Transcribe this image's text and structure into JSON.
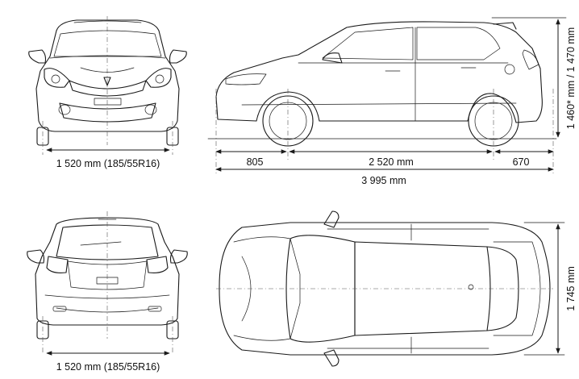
{
  "dimensions": {
    "front_track": "1 520 mm (185/55R16)",
    "rear_track": "1 520 mm (185/55R16)",
    "front_overhang": "805",
    "wheelbase": "2 520 mm",
    "rear_overhang": "670",
    "overall_length": "3 995 mm",
    "height": "1 460* mm / 1 470 mm",
    "width": "1 745 mm"
  }
}
